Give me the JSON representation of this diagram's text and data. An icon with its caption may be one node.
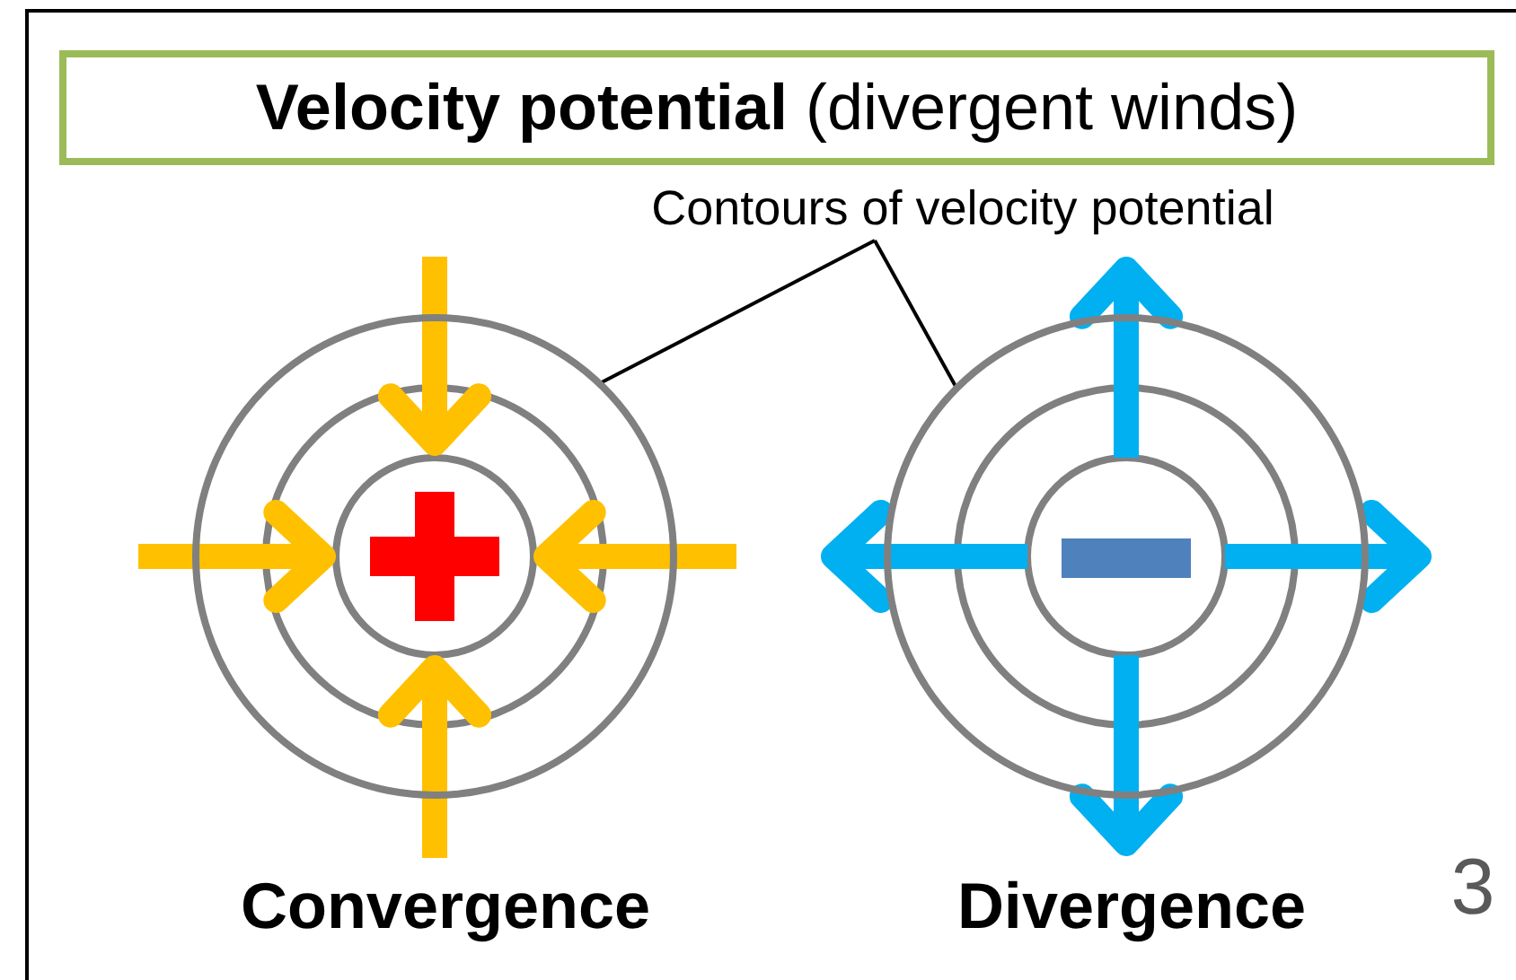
{
  "diagram": {
    "nodes": [
      {
        "text": [
          "**Velocity potential** (divergent winds)"
        ]
      },
      {
        "text": [
          "Contours of velocity potential"
        ]
      },
      {
        "text": [],
        "shape": "circle"
      },
      {
        "text": [],
        "shape": "circle"
      }
    ],
    "edges": [
      {
        "from": 1,
        "to": 2,
        "arrow": "none"
      },
      {
        "from": 1,
        "to": 3,
        "arrow": "none"
      }
    ],
    "labels": [
      "Convergence",
      "Divergence",
      "3"
    ]
  }
}
